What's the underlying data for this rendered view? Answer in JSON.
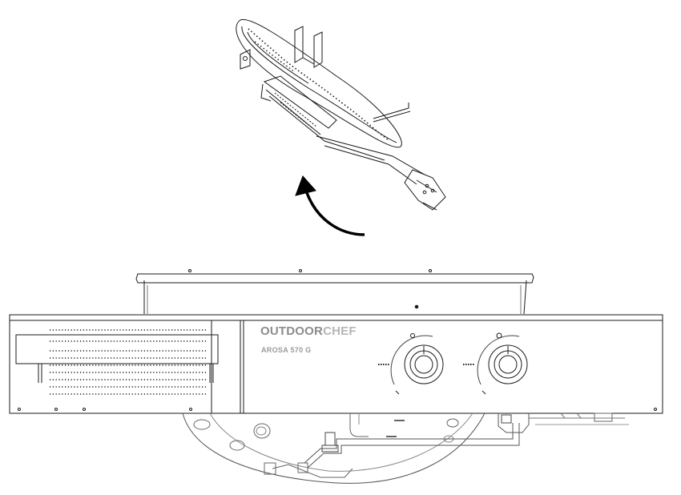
{
  "brand": {
    "part1": "OUTDOOR",
    "part2": "CHEF"
  },
  "model": "AROSA 570 G",
  "colors": {
    "line": "#1a1a1a",
    "soft_line": "#555555",
    "light_line": "#9a9a9a",
    "arrow": "#000000",
    "background": "#ffffff"
  },
  "icons": [
    "rotation-arrow-icon",
    "knob-icon"
  ]
}
